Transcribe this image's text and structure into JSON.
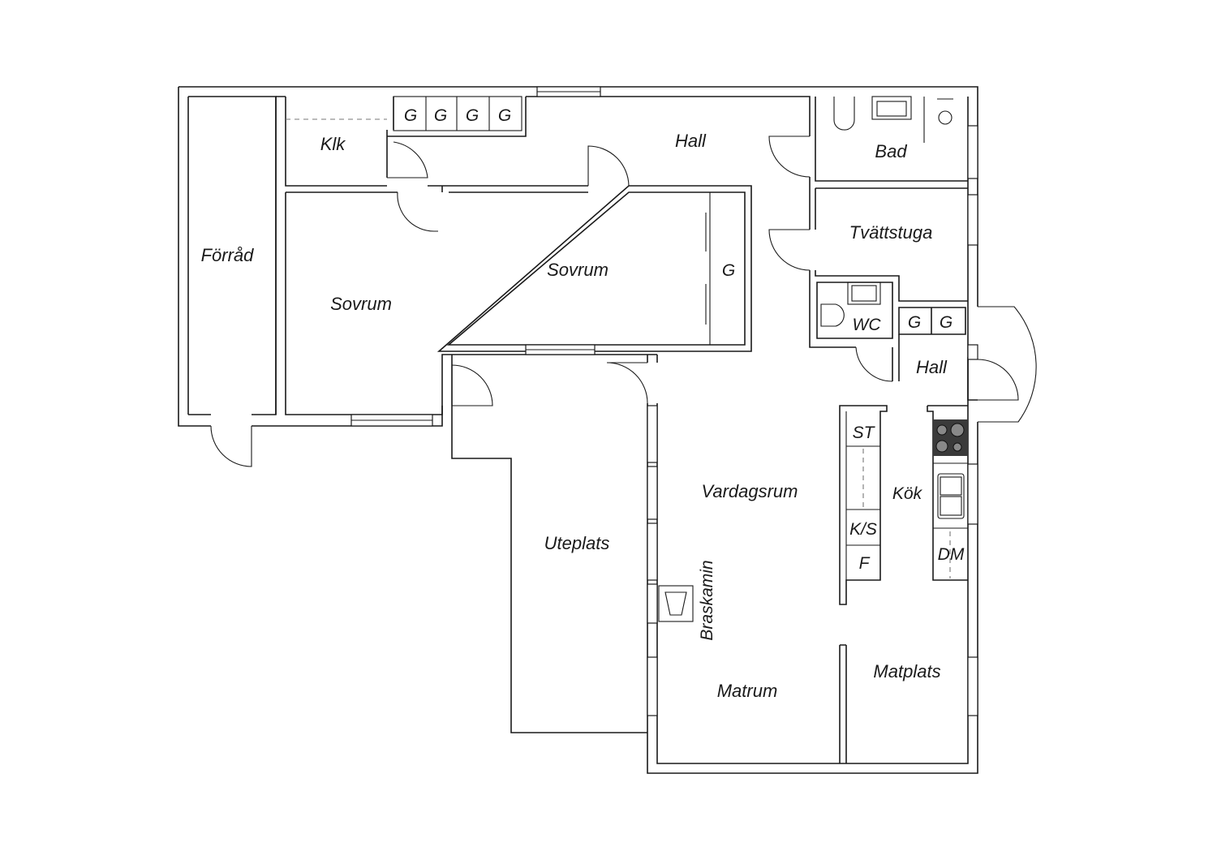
{
  "rooms": {
    "forrad": "Förråd",
    "klk": "Klk",
    "sovrum_left": "Sovrum",
    "sovrum_center": "Sovrum",
    "hall_top": "Hall",
    "bad": "Bad",
    "tvattstuga": "Tvättstuga",
    "wc": "WC",
    "hall_entry": "Hall",
    "uteplats": "Uteplats",
    "vardagsrum": "Vardagsrum",
    "kok": "Kök",
    "matrum": "Matrum",
    "matplats": "Matplats",
    "braskamin": "Braskamin"
  },
  "closets": {
    "hall_g1": "G",
    "hall_g2": "G",
    "hall_g3": "G",
    "hall_g4": "G",
    "sovrum_g": "G",
    "entry_g1": "G",
    "entry_g2": "G"
  },
  "appliances": {
    "st": "ST",
    "ks": "K/S",
    "f": "F",
    "dm": "DM"
  },
  "colors": {
    "line": "#1a1a1a",
    "stove": "#3a3a3a"
  }
}
